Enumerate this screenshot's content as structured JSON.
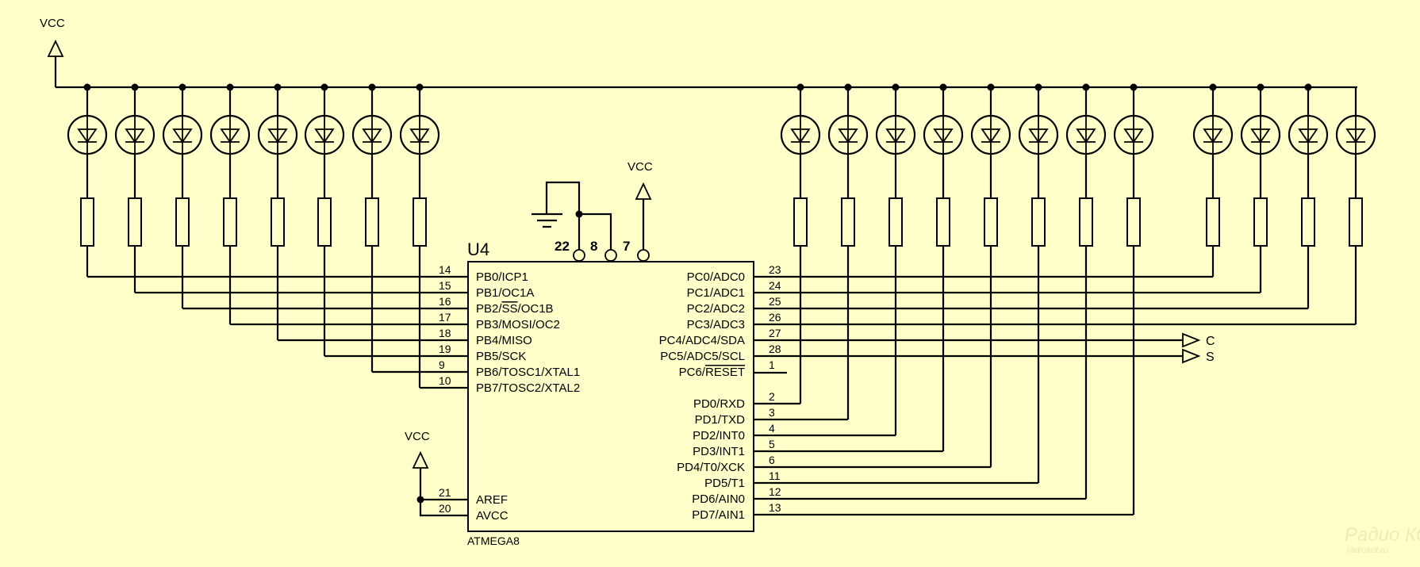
{
  "schematic": {
    "ref": "U4",
    "part": "ATMEGA8",
    "vcc_label": "VCC",
    "top_pins": [
      "22",
      "8",
      "7"
    ],
    "left_pins": [
      {
        "num": "14",
        "name": "PB0/ICP1"
      },
      {
        "num": "15",
        "name": "PB1/OC1A"
      },
      {
        "num": "16",
        "name": "PB2/SS/OC1B"
      },
      {
        "num": "17",
        "name": "PB3/MOSI/OC2"
      },
      {
        "num": "18",
        "name": "PB4/MISO"
      },
      {
        "num": "19",
        "name": "PB5/SCK"
      },
      {
        "num": "9",
        "name": "PB6/TOSC1/XTAL1"
      },
      {
        "num": "10",
        "name": "PB7/TOSC2/XTAL2"
      }
    ],
    "analog_pins": [
      {
        "num": "21",
        "name": "AREF"
      },
      {
        "num": "20",
        "name": "AVCC"
      }
    ],
    "right_pins_c": [
      {
        "num": "23",
        "name": "PC0/ADC0"
      },
      {
        "num": "24",
        "name": "PC1/ADC1"
      },
      {
        "num": "25",
        "name": "PC2/ADC2"
      },
      {
        "num": "26",
        "name": "PC3/ADC3"
      },
      {
        "num": "27",
        "name": "PC4/ADC4/SDA"
      },
      {
        "num": "28",
        "name": "PC5/ADC5/SCL"
      },
      {
        "num": "1",
        "name": "PC6/RESET"
      }
    ],
    "right_pins_d": [
      {
        "num": "2",
        "name": "PD0/RXD"
      },
      {
        "num": "3",
        "name": "PD1/TXD"
      },
      {
        "num": "4",
        "name": "PD2/INT0"
      },
      {
        "num": "5",
        "name": "PD3/INT1"
      },
      {
        "num": "6",
        "name": "PD4/T0/XCK"
      },
      {
        "num": "11",
        "name": "PD5/T1"
      },
      {
        "num": "12",
        "name": "PD6/AIN0"
      },
      {
        "num": "13",
        "name": "PD7/AIN1"
      }
    ],
    "ports": [
      "C",
      "S"
    ],
    "watermark": {
      "brand": "Радио КОТ",
      "url": "radiokot.ru"
    }
  }
}
